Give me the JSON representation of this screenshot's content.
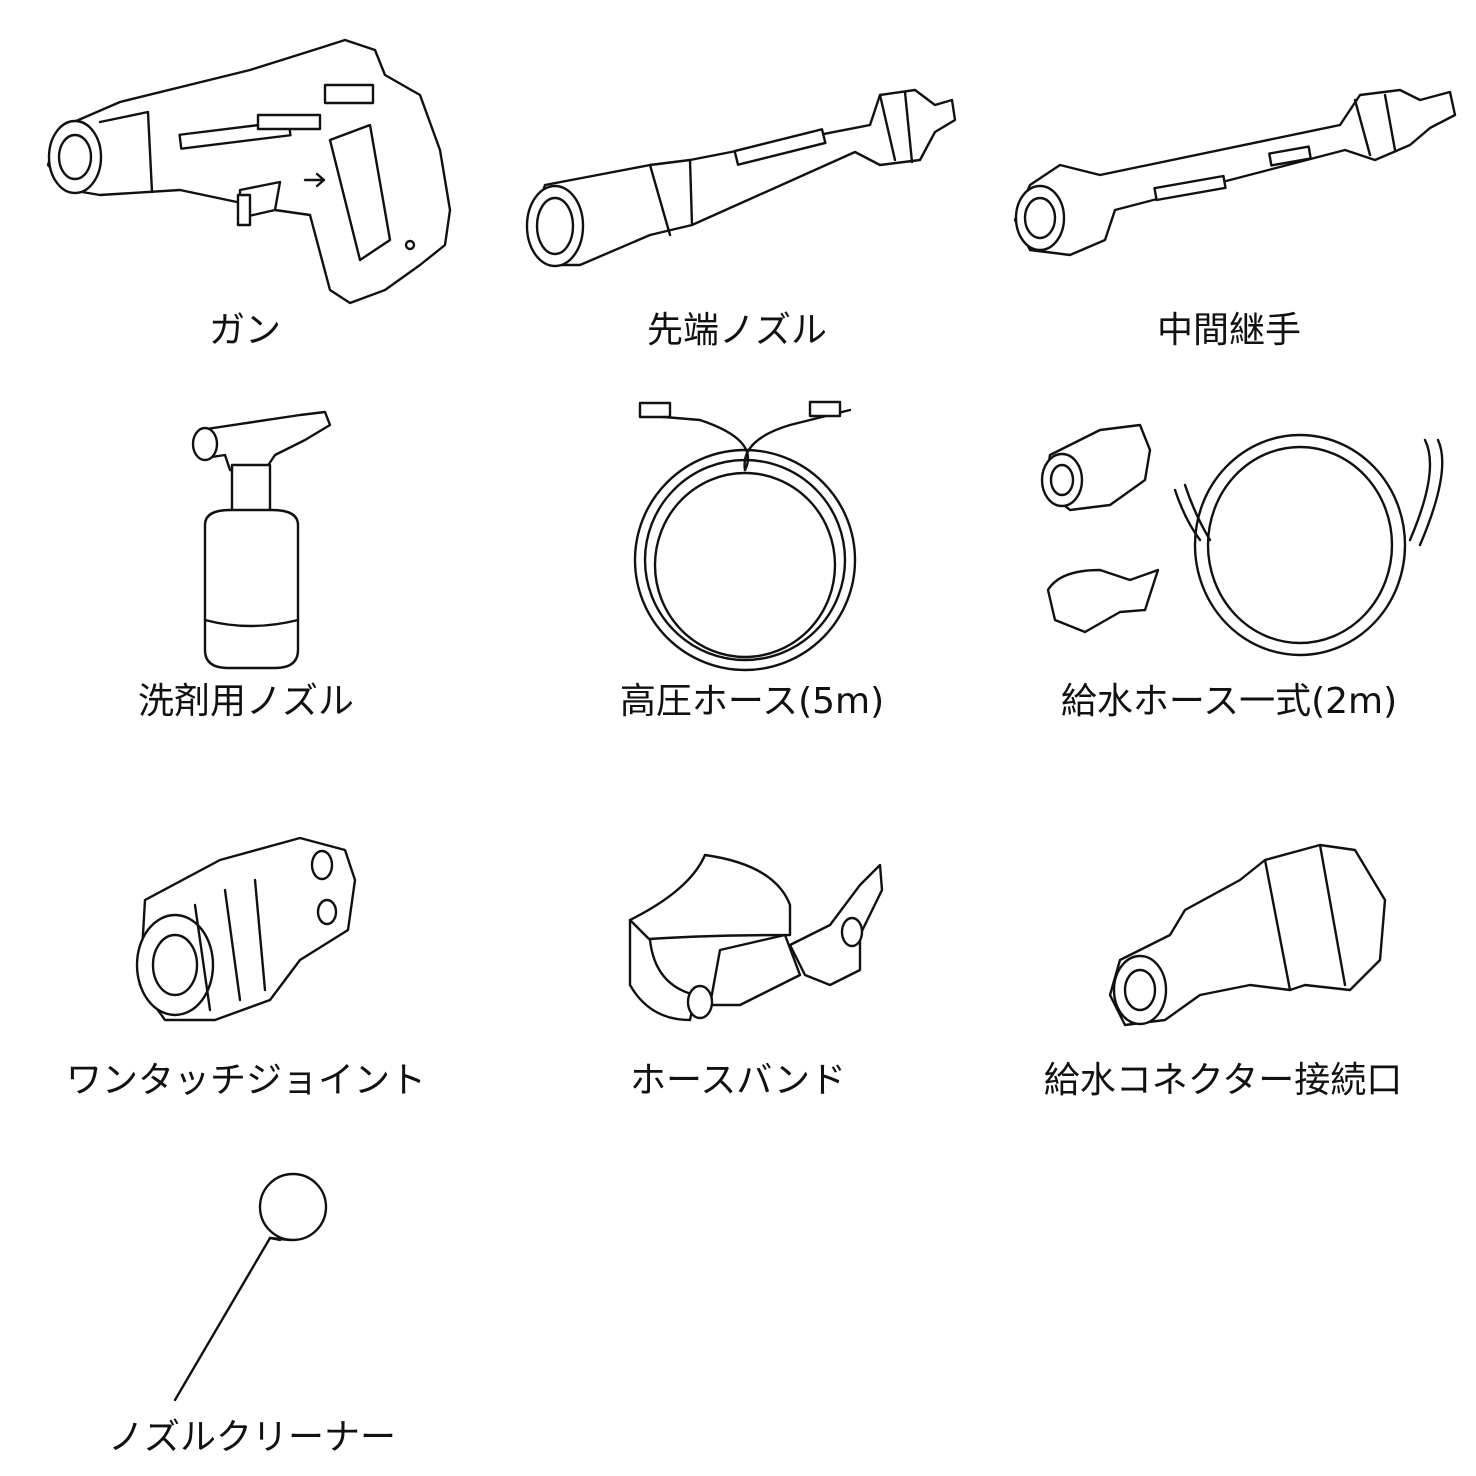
{
  "parts": [
    {
      "id": "gun",
      "label": "ガン",
      "icon": "spray-gun-icon"
    },
    {
      "id": "tip-nozzle",
      "label": "先端ノズル",
      "icon": "tip-nozzle-icon"
    },
    {
      "id": "extension",
      "label": "中間継手",
      "icon": "extension-lance-icon"
    },
    {
      "id": "detergent-nozzle",
      "label": "洗剤用ノズル",
      "icon": "detergent-bottle-icon"
    },
    {
      "id": "high-pressure-hose",
      "label": "高圧ホース(5m)",
      "icon": "coiled-hose-icon"
    },
    {
      "id": "water-hose-set",
      "label": "給水ホース一式(2m)",
      "icon": "water-hose-set-icon"
    },
    {
      "id": "one-touch-joint",
      "label": "ワンタッチジョイント",
      "icon": "quick-connector-icon"
    },
    {
      "id": "hose-band",
      "label": "ホースバンド",
      "icon": "hose-clamp-icon"
    },
    {
      "id": "water-inlet",
      "label": "給水コネクター接続口",
      "icon": "inlet-connector-icon"
    },
    {
      "id": "nozzle-cleaner",
      "label": "ノズルクリーナー",
      "icon": "nozzle-cleaner-icon"
    }
  ],
  "colors": {
    "line": "#111111",
    "background": "#ffffff"
  }
}
